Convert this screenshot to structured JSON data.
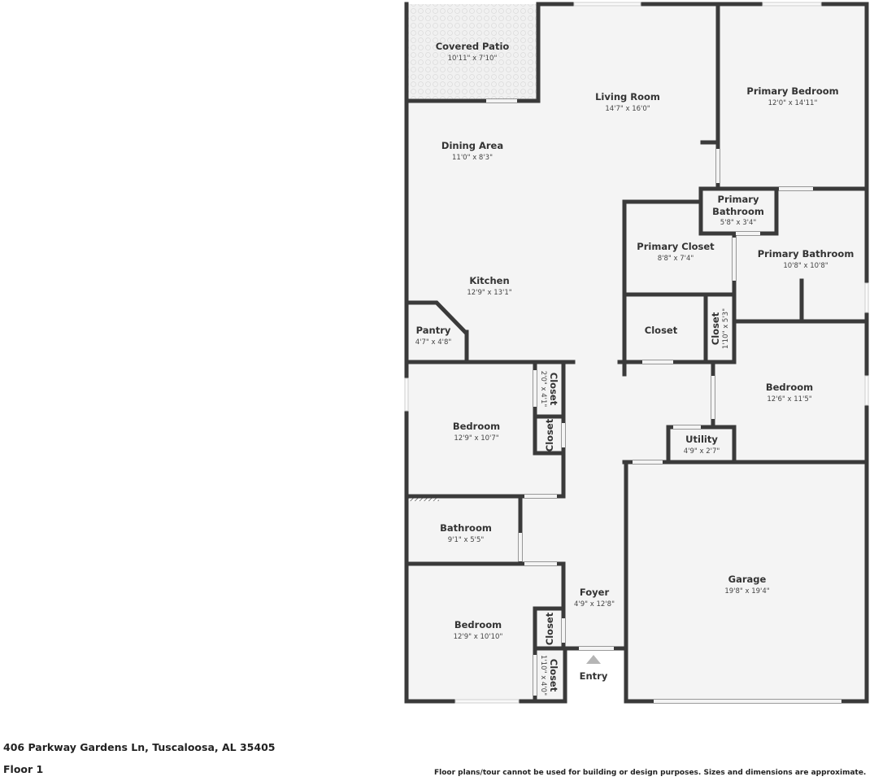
{
  "rooms": {
    "covered_patio": {
      "name": "Covered Patio",
      "dims": "10'11\" x 7'10\""
    },
    "living_room": {
      "name": "Living Room",
      "dims": "14'7\" x 16'0\""
    },
    "primary_bedroom": {
      "name": "Primary Bedroom",
      "dims": "12'0\" x 14'11\""
    },
    "dining_area": {
      "name": "Dining Area",
      "dims": "11'0\" x 8'3\""
    },
    "primary_bathroom_small": {
      "name1": "Primary",
      "name2": "Bathroom",
      "dims": "5'8\" x 3'4\""
    },
    "primary_closet": {
      "name": "Primary Closet",
      "dims": "8'8\" x 7'4\""
    },
    "primary_bathroom": {
      "name": "Primary Bathroom",
      "dims": "10'8\" x 10'8\""
    },
    "kitchen": {
      "name": "Kitchen",
      "dims": "12'9\" x 13'1\""
    },
    "pantry": {
      "name": "Pantry",
      "dims": "4'7\" x 4'8\""
    },
    "closet_center": {
      "name": "Closet"
    },
    "closet_small_right": {
      "name": "Closet",
      "dims": "1'10\" x 5'3\""
    },
    "bedroom_right": {
      "name": "Bedroom",
      "dims": "12'6\" x 11'5\""
    },
    "bedroom_left_top": {
      "name": "Bedroom",
      "dims": "12'9\" x 10'7\""
    },
    "closet_left_top_a": {
      "name": "Closet",
      "dims": "2'0\" x 4'1\""
    },
    "closet_left_top_b": {
      "name": "Closet"
    },
    "utility": {
      "name": "Utility",
      "dims": "4'9\" x 2'7\""
    },
    "bathroom": {
      "name": "Bathroom",
      "dims": "9'1\" x 5'5\""
    },
    "garage": {
      "name": "Garage",
      "dims": "19'8\" x 19'4\""
    },
    "foyer": {
      "name": "Foyer",
      "dims": "4'9\" x 12'8\""
    },
    "bedroom_left_bottom": {
      "name": "Bedroom",
      "dims": "12'9\" x 10'10\""
    },
    "closet_left_bottom_a": {
      "name": "Closet"
    },
    "closet_left_bottom_b": {
      "name": "Closet",
      "dims": "1'10\" x 4'0\""
    },
    "entry": {
      "name": "Entry"
    }
  },
  "footer": {
    "address": "406 Parkway Gardens Ln, Tuscaloosa, AL 35405",
    "floor": "Floor 1",
    "disclaimer": "Floor plans/tour cannot be used for building or design purposes. Sizes and dimensions are approximate."
  },
  "colors": {
    "wall": "#3a3a3a",
    "floor": "#f4f4f4",
    "entry_arrow": "#b5b5b5"
  }
}
